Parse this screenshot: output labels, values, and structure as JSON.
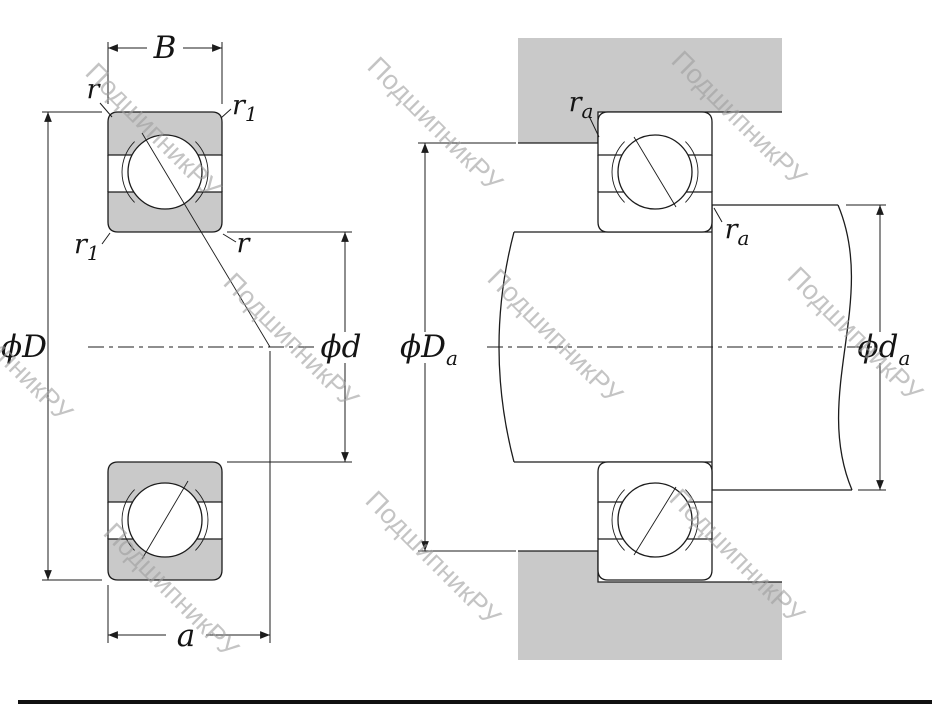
{
  "watermark": {
    "text": "ПодшипникРУ"
  },
  "colors": {
    "shading": "#c9c9c9",
    "line": "#1c1c1c",
    "watermark": "#9e9e9e",
    "background": "#ffffff"
  },
  "left_view": {
    "labels": {
      "B": "B",
      "r_outer": "r",
      "r1_outer": {
        "base": "r",
        "sub": "1"
      },
      "r1_inner": {
        "base": "r",
        "sub": "1"
      },
      "r_inner": "r",
      "D": "ϕD",
      "d": "ϕd",
      "a": "a"
    }
  },
  "right_view": {
    "labels": {
      "ra_housing": {
        "base": "r",
        "sub": "a"
      },
      "ra_shaft": {
        "base": "r",
        "sub": "a"
      },
      "Da": {
        "base": "ϕD",
        "sub": "a"
      },
      "da": {
        "base": "ϕd",
        "sub": "a"
      }
    }
  }
}
